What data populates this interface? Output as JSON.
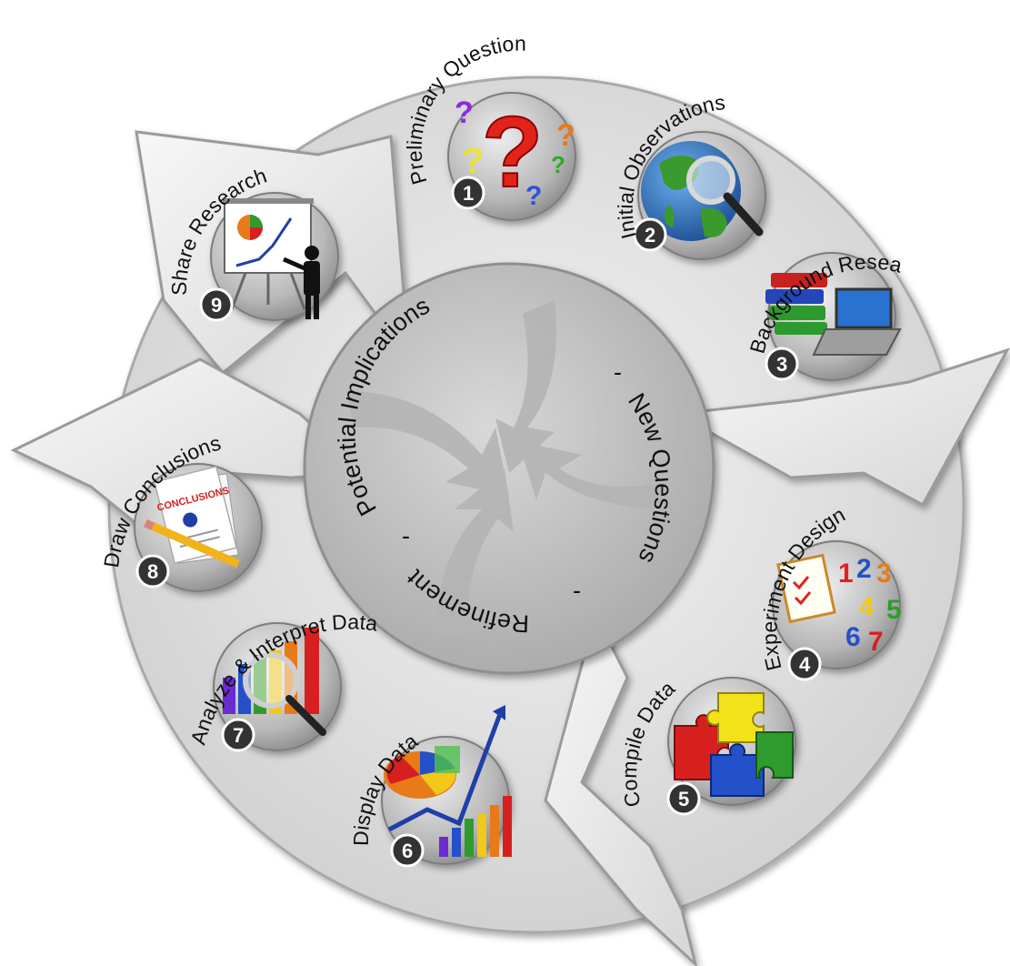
{
  "steps": [
    {
      "number": "1",
      "label": "Preliminary Question",
      "icon": "question-marks-icon"
    },
    {
      "number": "2",
      "label": "Initial Observations",
      "icon": "globe-magnifier-icon"
    },
    {
      "number": "3",
      "label": "Background Research",
      "icon": "books-laptop-icon"
    },
    {
      "number": "4",
      "label": "Experiment Design",
      "icon": "checklist-numbers-icon"
    },
    {
      "number": "5",
      "label": "Compile Data",
      "icon": "puzzle-pieces-icon"
    },
    {
      "number": "6",
      "label": "Display Data",
      "icon": "charts-icon"
    },
    {
      "number": "7",
      "label": "Analyze & Interpret Data",
      "icon": "bar-chart-magnifier-icon"
    },
    {
      "number": "8",
      "label": "Draw Conclusions",
      "icon": "conclusions-document-icon"
    },
    {
      "number": "9",
      "label": "Share Research",
      "icon": "presenter-easel-icon"
    }
  ],
  "inner_cycle": {
    "potential_implications": "Potential Implications",
    "new_questions": "New Questions",
    "refinement": "Refinement",
    "separator": "-"
  },
  "icon_text": {
    "conclusions_heading": "CONCLUSIONS",
    "experiment_numbers": [
      "1",
      "2",
      "3",
      "4",
      "5",
      "6",
      "7"
    ]
  },
  "colors": {
    "ring": "#dcdcdc",
    "inner_disc": "#c4c4c4",
    "badge": "#333333",
    "question_red": "#e2231a",
    "globe_blue": "#2f6fb5",
    "globe_green": "#3b9a2e",
    "puzzle_red": "#d62020",
    "puzzle_yellow": "#f2e21a",
    "puzzle_blue": "#2451c9",
    "puzzle_green": "#2f9b2f"
  }
}
